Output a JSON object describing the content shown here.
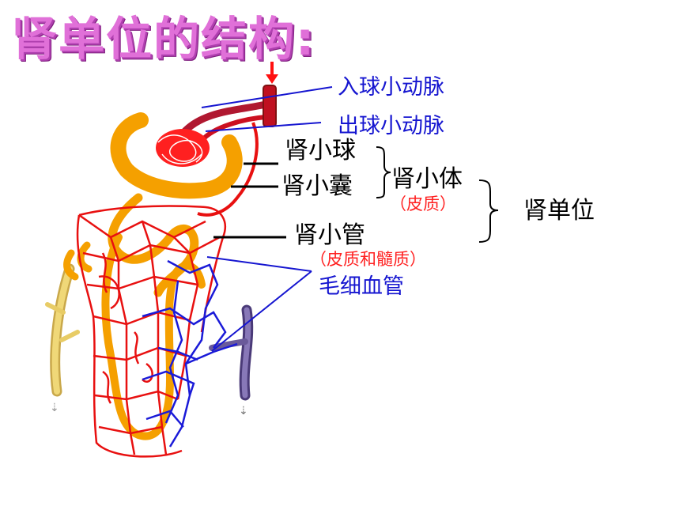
{
  "title": "肾单位的结构:",
  "labels": {
    "afferent_arteriole": "入球小动脉",
    "efferent_arteriole": "出球小动脉",
    "glomerulus": "肾小球",
    "capsule": "肾小囊",
    "corpuscle": "肾小体",
    "corpuscle_region": "（皮质）",
    "tubule": "肾小管",
    "tubule_region": "（皮质和髓质）",
    "capillaries": "毛细血管",
    "nephron": "肾单位"
  },
  "colors": {
    "title": "#e070d8",
    "label_blue": "#1515d0",
    "label_red": "#ff2020",
    "vessel_red": "#e81010",
    "vessel_blue": "#1a1ad8",
    "tubule_orange": "#f5a000",
    "vein_purple": "#6a5a9a",
    "collecting_duct": "#e8d070"
  }
}
